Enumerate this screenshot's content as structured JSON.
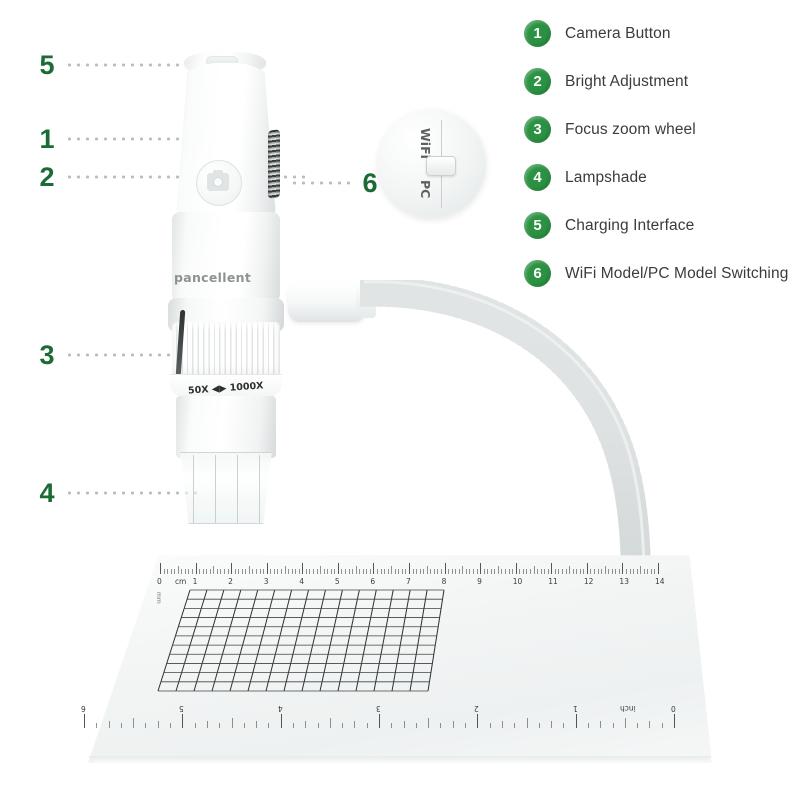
{
  "legend": {
    "items": [
      {
        "num": "1",
        "label": "Camera Button"
      },
      {
        "num": "2",
        "label": "Bright Adjustment"
      },
      {
        "num": "3",
        "label": "Focus zoom wheel"
      },
      {
        "num": "4",
        "label": "Lampshade"
      },
      {
        "num": "5",
        "label": "Charging Interface"
      },
      {
        "num": "6",
        "label": "WiFi Model/PC Model Switching"
      }
    ],
    "badge_color": "#2b9243",
    "label_color": "#3b3b3b"
  },
  "callouts": [
    {
      "num": "5",
      "target": "charging-interface"
    },
    {
      "num": "1",
      "target": "camera-button"
    },
    {
      "num": "2",
      "target": "bright-adjustment"
    },
    {
      "num": "6",
      "target": "wifi-pc-switch"
    },
    {
      "num": "3",
      "target": "focus-zoom-wheel"
    },
    {
      "num": "4",
      "target": "lampshade"
    }
  ],
  "callout_color": "#1c6b35",
  "product": {
    "brand": "pancellent",
    "focus_range": "50X ◀▶ 1000X",
    "switch": {
      "top_label": "WiFi",
      "bottom_label": "PC"
    }
  },
  "mat": {
    "cm_unit": "cm",
    "cm_ticks": [
      "0",
      "1",
      "2",
      "3",
      "4",
      "5",
      "6",
      "7",
      "8",
      "9",
      "10",
      "11",
      "12",
      "13",
      "14"
    ],
    "inch_unit": "inch",
    "inch_ticks": [
      "0",
      "1",
      "2",
      "3",
      "4",
      "5",
      "6"
    ],
    "grid_label": "mm"
  }
}
